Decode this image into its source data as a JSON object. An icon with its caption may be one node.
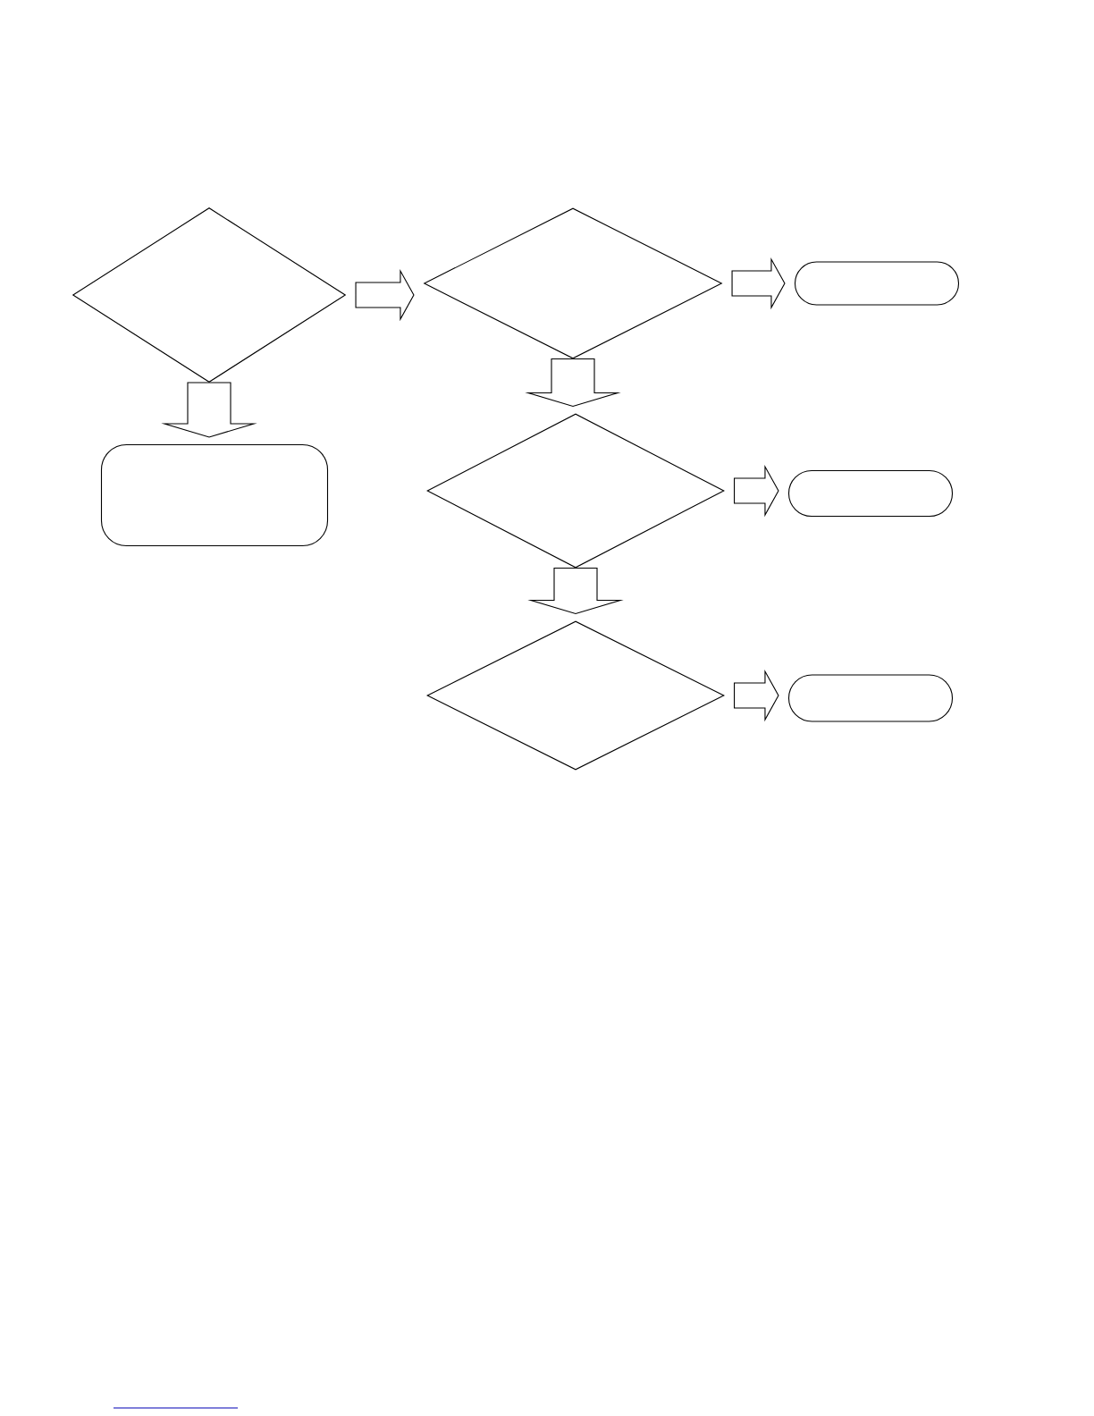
{
  "diagram": {
    "nodes": [
      {
        "text": [],
        "shape": "diamond"
      },
      {
        "text": [],
        "shape": "diamond"
      },
      {
        "text": [],
        "shape": "box"
      },
      {
        "text": [],
        "shape": "box"
      },
      {
        "text": [],
        "shape": "diamond"
      },
      {
        "text": [],
        "shape": "box"
      },
      {
        "text": [],
        "shape": "diamond"
      },
      {
        "text": [],
        "shape": "box"
      }
    ],
    "edges": [
      {
        "from": 0,
        "to": 1,
        "arrow": "to"
      },
      {
        "from": 1,
        "to": 2,
        "arrow": "to"
      },
      {
        "from": 0,
        "to": 3,
        "arrow": "to"
      },
      {
        "from": 1,
        "to": 4,
        "arrow": "to"
      },
      {
        "from": 4,
        "to": 5,
        "arrow": "to"
      },
      {
        "from": 4,
        "to": 6,
        "arrow": "to"
      },
      {
        "from": 6,
        "to": 7,
        "arrow": "to"
      }
    ]
  }
}
